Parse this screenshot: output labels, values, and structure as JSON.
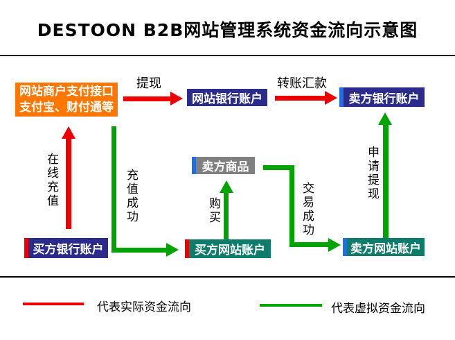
{
  "title": "DESTOON B2B网站管理系统资金流向示意图",
  "colors": {
    "real-flow": "#ee0000",
    "virtual-flow": "#00a300",
    "node-orange": "#ff7700",
    "node-navy": "#2b2b8c",
    "node-teal": "#0e7c6b",
    "node-gray": "#808080",
    "stripe-blue": "#1e6fe0",
    "stripe-red": "#ee0000"
  },
  "nodes": {
    "payment_gateway": {
      "line1": "网站商户支付接口",
      "line2": "支付宝、财付通等"
    },
    "site_bank": {
      "label": "网站银行账户"
    },
    "seller_bank": {
      "label": "卖方银行账户"
    },
    "seller_goods": {
      "label": "卖方商品"
    },
    "buyer_bank": {
      "label": "买方银行账户"
    },
    "buyer_site": {
      "label": "买方网站账户"
    },
    "seller_site": {
      "label": "卖方网站账户"
    }
  },
  "flows": {
    "withdraw": "提现",
    "transfer": "转账汇款",
    "online_recharge": "在线充值",
    "recharge_success": "充值成功",
    "purchase": "购买",
    "deal_success": "交易成功",
    "apply_withdraw": "申请提现"
  },
  "legend": {
    "real": "代表实际资金流向",
    "virtual": "代表虚拟资金流向"
  }
}
